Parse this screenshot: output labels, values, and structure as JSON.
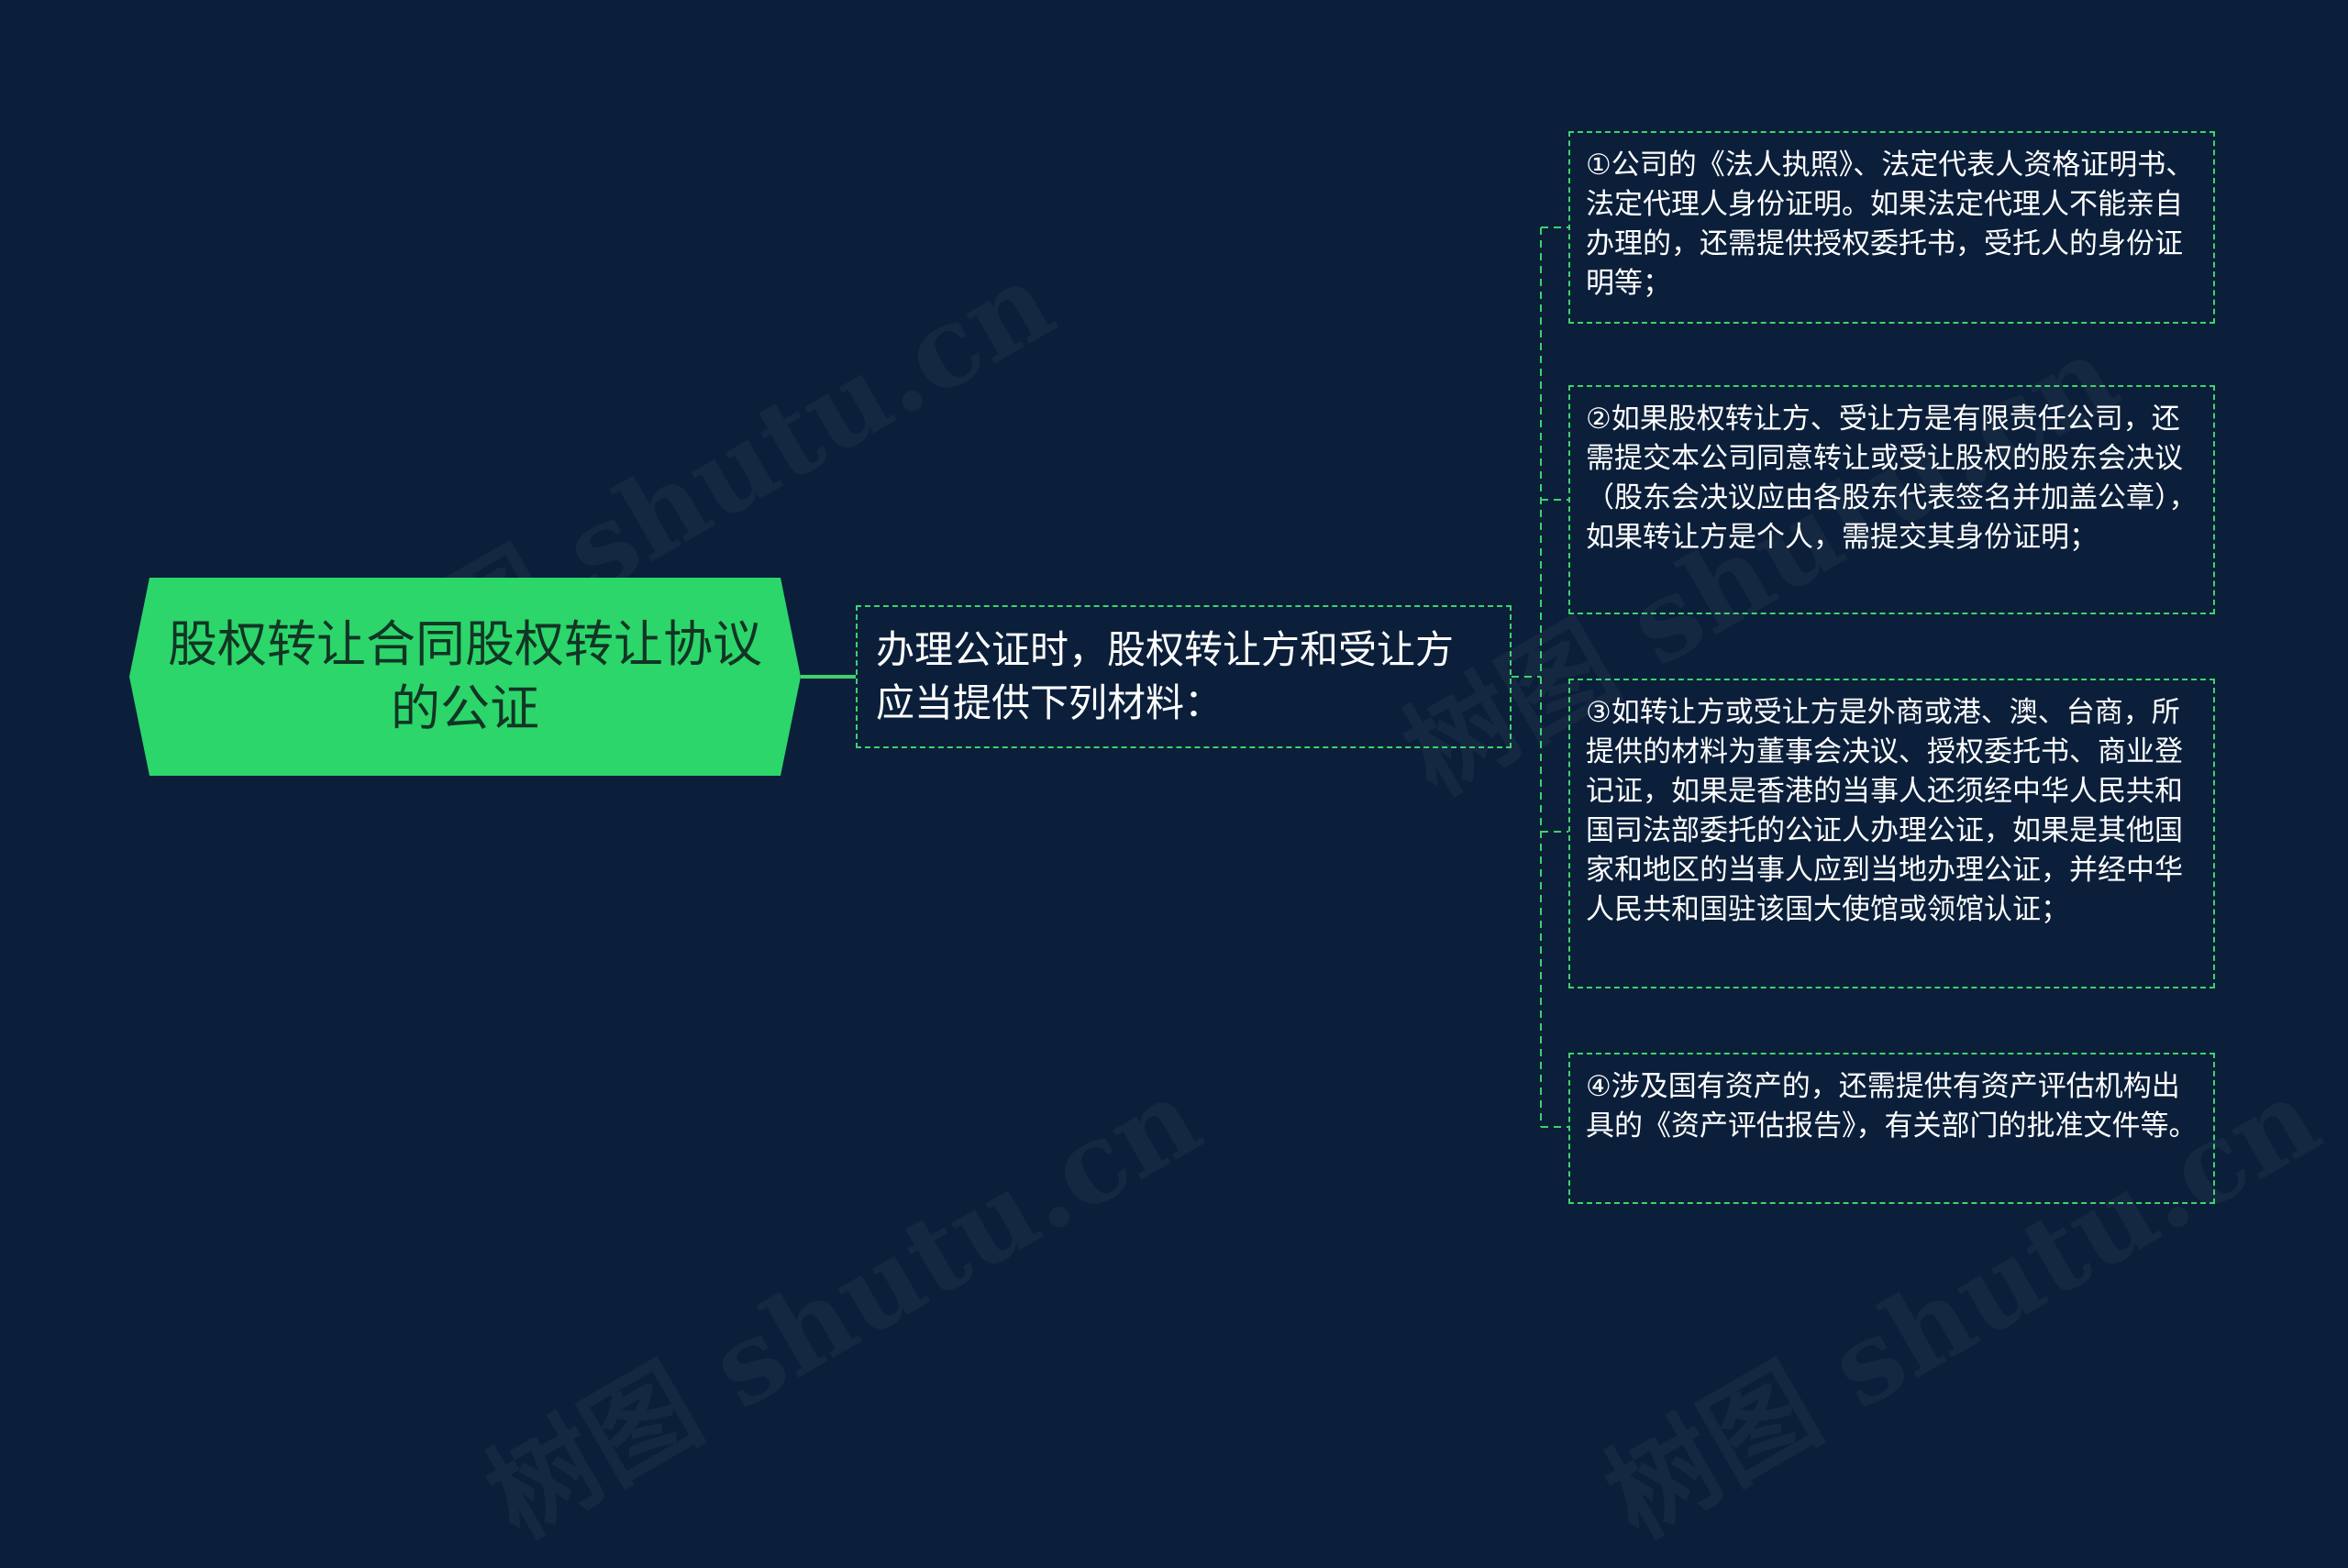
{
  "diagram": {
    "root": {
      "label": "股权转让合同股权转让协议的公证"
    },
    "middle": {
      "label": "办理公证时，股权转让方和受让方应当提供下列材料："
    },
    "leaves": [
      {
        "label": "①公司的《法人执照》、法定代表人资格证明书、法定代理人身份证明。如果法定代理人不能亲自办理的，还需提供授权委托书，受托人的身份证明等；"
      },
      {
        "label": "②如果股权转让方、受让方是有限责任公司，还需提交本公司同意转让或受让股权的股东会决议（股东会决议应由各股东代表签名并加盖公章），如果转让方是个人，需提交其身份证明；"
      },
      {
        "label": "③如转让方或受让方是外商或港、澳、台商，所提供的材料为董事会决议、授权委托书、商业登记证，如果是香港的当事人还须经中华人民共和国司法部委托的公证人办理公证，如果是其他国家和地区的当事人应到当地办理公证，并经中华人民共和国驻该国大使馆或领馆认证；"
      },
      {
        "label": "④涉及国有资产的，还需提供有资产评估机构出具的《资产评估报告》，有关部门的批准文件等。"
      }
    ]
  },
  "watermark": {
    "text": "树图 shutu.cn"
  },
  "colors": {
    "background": "#0b1f3a",
    "root_fill": "#2cd66b",
    "accent": "#3ed36a",
    "text": "#ffffff"
  }
}
